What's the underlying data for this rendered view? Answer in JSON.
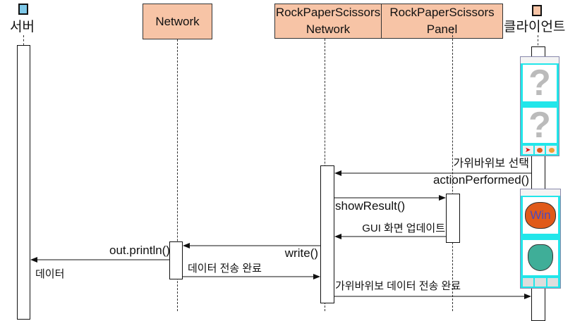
{
  "participants": [
    {
      "id": "server",
      "label": "서버",
      "type": "actor",
      "color": "#7ec8e8"
    },
    {
      "id": "network",
      "label": "Network"
    },
    {
      "id": "rps_network",
      "label_line1": "RockPaperScissors",
      "label_line2": "Network"
    },
    {
      "id": "rps_panel",
      "label_line1": "RockPaperScissors",
      "label_line2": "Panel"
    },
    {
      "id": "client",
      "label": "클라이언트",
      "type": "actor",
      "color": "#f7c4a6"
    }
  ],
  "box_color": "#f7c4a6",
  "messages": [
    {
      "from": "client",
      "to": "rps_network",
      "label_above": "가위바위보 선택",
      "label_below": "actionPerformed()"
    },
    {
      "from": "rps_network",
      "to": "rps_panel",
      "label": "showResult()"
    },
    {
      "from": "rps_panel",
      "to": "rps_network",
      "label": "GUI 화면 업데이트"
    },
    {
      "from": "rps_network",
      "to": "network",
      "label": "write()"
    },
    {
      "from": "network",
      "to": "server",
      "label_above": "out.println()",
      "label_below": "데이터"
    },
    {
      "from": "network",
      "to": "rps_network",
      "label": "데이터 전송 완료"
    },
    {
      "from": "rps_network",
      "to": "client",
      "label": "가위바위보 데이터 전송 완료"
    }
  ],
  "screenshots": [
    {
      "state": "before",
      "top": "?",
      "bottom": "?",
      "overlay": ""
    },
    {
      "state": "after",
      "top": "rock",
      "bottom": "scissors",
      "overlay": "Win"
    }
  ]
}
